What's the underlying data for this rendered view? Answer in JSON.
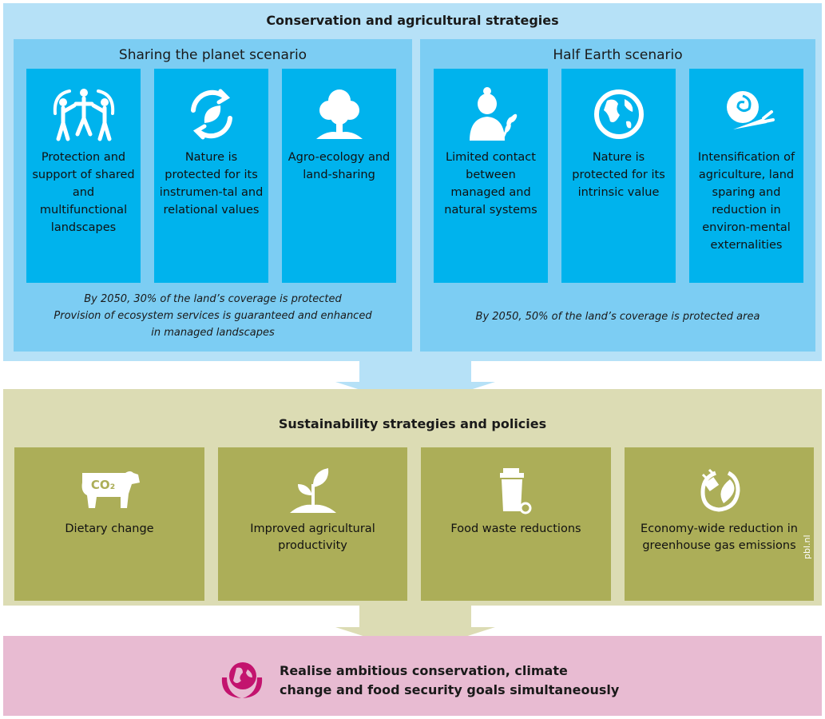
{
  "top_band": {
    "title": "Conservation and agricultural strategies",
    "scenarios": [
      {
        "title": "Sharing the planet scenario",
        "cards": [
          {
            "icon": "people-circle-icon",
            "text": "Protection and support of shared and multifunctional landscapes"
          },
          {
            "icon": "recycle-leaf-icon",
            "text": "Nature is protected for its instrumen-tal and relational values"
          },
          {
            "icon": "tree-icon",
            "text": "Agro-ecology and land-sharing"
          }
        ],
        "note_lines": [
          "By 2050, 30% of the land’s coverage is protected",
          "Provision of ecosystem services is guaranteed and enhanced",
          "in managed landscapes"
        ]
      },
      {
        "title": "Half Earth scenario",
        "cards": [
          {
            "icon": "farmer-wheat-icon",
            "text": "Limited contact between managed and natural systems"
          },
          {
            "icon": "globe-icon",
            "text": "Nature is protected for its intrinsic value"
          },
          {
            "icon": "rose-carrot-icon",
            "text": "Intensification of agriculture, land sparing and reduction in environ-mental externalities"
          }
        ],
        "note_lines": [
          "By 2050, 50% of the land’s coverage is protected area"
        ]
      }
    ]
  },
  "middle_band": {
    "title": "Sustainability strategies and policies",
    "cards": [
      {
        "icon": "cow-co2-icon",
        "icon_label": "CO₂",
        "text": "Dietary change"
      },
      {
        "icon": "sprout-icon",
        "text": "Improved agricultural productivity"
      },
      {
        "icon": "waste-bin-icon",
        "text": "Food waste reductions"
      },
      {
        "icon": "plug-leaf-icon",
        "text": "Economy-wide reduction in greenhouse gas emissions"
      }
    ],
    "credit": "pbl.nl"
  },
  "bottom_band": {
    "icon": "earth-hands-icon",
    "lines": [
      "Realise ambitious conservation, climate",
      "change and food security goals simultaneously"
    ]
  },
  "colors": {
    "top_band": "#b6e1f7",
    "scenario_panel": "#7ccdf3",
    "card_blue": "#00b3ed",
    "middle_band": "#dcdcb4",
    "card_olive": "#acae58",
    "bottom_band": "#e8bbd2",
    "goal_icon": "#c3136e"
  }
}
